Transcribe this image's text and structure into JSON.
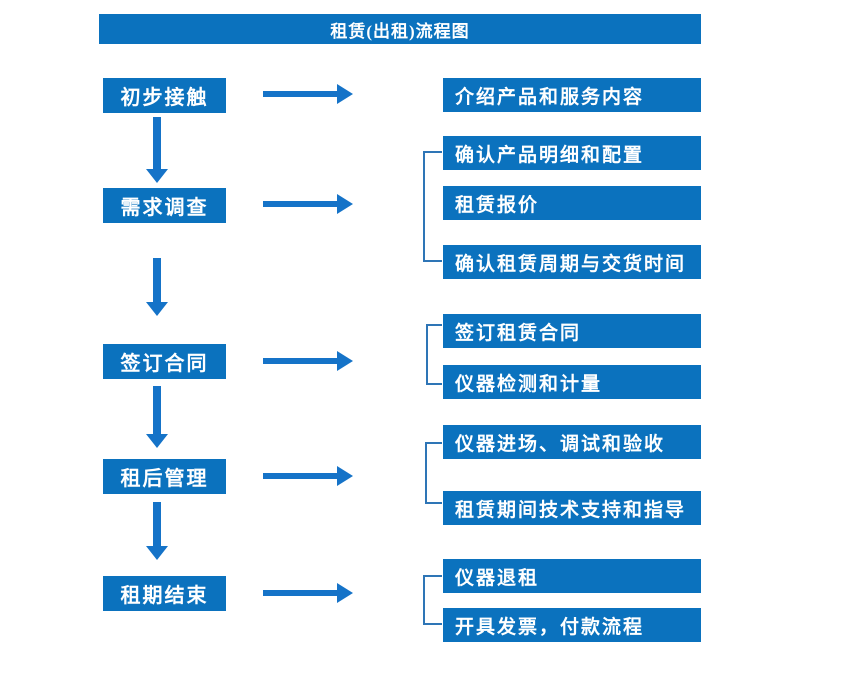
{
  "title": "租赁(出租)流程图",
  "colors": {
    "primary_blue": "#0B72BE",
    "arrow_blue": "#1573C8",
    "bracket_blue": "#2E75B6",
    "text_white": "#FFFFFF"
  },
  "flow": [
    {
      "step": "初步接触",
      "details": [
        "介绍产品和服务内容"
      ]
    },
    {
      "step": "需求调查",
      "details": [
        "确认产品明细和配置",
        "租赁报价",
        "确认租赁周期与交货时间"
      ]
    },
    {
      "step": "签订合同",
      "details": [
        "签订租赁合同",
        "仪器检测和计量"
      ]
    },
    {
      "step": "租后管理",
      "details": [
        "仪器进场、调试和验收",
        "租赁期间技术支持和指导"
      ]
    },
    {
      "step": "租期结束",
      "details": [
        "仪器退租",
        "开具发票，付款流程"
      ]
    }
  ]
}
